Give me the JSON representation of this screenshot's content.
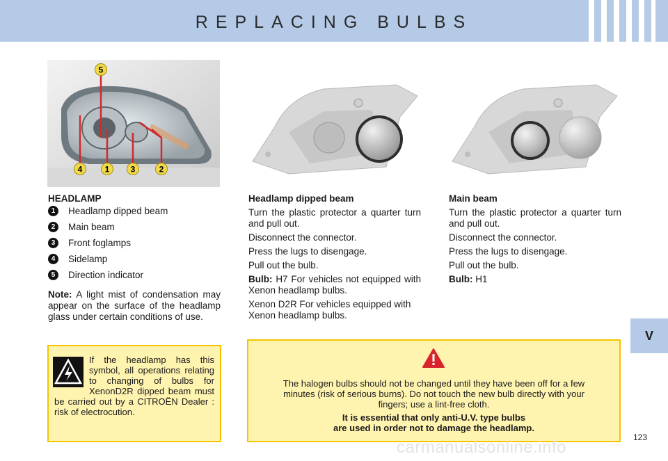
{
  "header": {
    "title": "REPLACING BULBS"
  },
  "side_tab": {
    "label": "V"
  },
  "headlamp": {
    "heading": "HEADLAMP",
    "items": [
      {
        "num": "1",
        "label": "Headlamp dipped beam"
      },
      {
        "num": "2",
        "label": "Main beam"
      },
      {
        "num": "3",
        "label": "Front foglamps"
      },
      {
        "num": "4",
        "label": "Sidelamp"
      },
      {
        "num": "5",
        "label": "Direction indicator"
      }
    ],
    "note_label": "Note:",
    "note_text": "A light mist of condensation may appear on the surface of the headlamp glass under certain conditions of use."
  },
  "photo_labels": [
    "5",
    "4",
    "1",
    "3",
    "2"
  ],
  "dipped": {
    "heading": "Headlamp dipped beam",
    "steps": [
      "Turn the plastic protector a quarter turn and pull out.",
      "Disconnect the connector.",
      "Press the lugs to disengage.",
      "Pull out the bulb."
    ],
    "bulb_label": "Bulb:",
    "bulb_value": "H7 For vehicles not equipped with Xenon headlamp bulbs.",
    "xenon": "Xenon D2R For vehicles equipped with Xenon headlamp bulbs."
  },
  "main": {
    "heading": "Main beam",
    "steps": [
      "Turn the plastic protector a quarter turn and pull out.",
      "Disconnect the connector.",
      "Press the lugs to disengage.",
      "Pull out the bulb."
    ],
    "bulb_label": "Bulb:",
    "bulb_value": "H1"
  },
  "warning_left": {
    "text": "If the headlamp has this symbol, all operations relating to changing of bulbs for XenonD2R dipped beam must be carried out by a CITROËN Dealer : risk of electrocution."
  },
  "warning_right": {
    "text": "The halogen bulbs should not be changed until they have been off for a few minutes (risk of serious burns). Do not touch the new bulb directly with your fingers; use a lint-free cloth.",
    "emphasis_1": "It is essential that only anti-U.V. type bulbs",
    "emphasis_2": "are used in order not to damage the headlamp."
  },
  "page_number": "123",
  "watermark": "carmanualsonline.info",
  "colors": {
    "header": "#b4cae6",
    "note_box": "#fff3b0",
    "note_border": "#f5c400",
    "warning_red": "#d8242a"
  }
}
